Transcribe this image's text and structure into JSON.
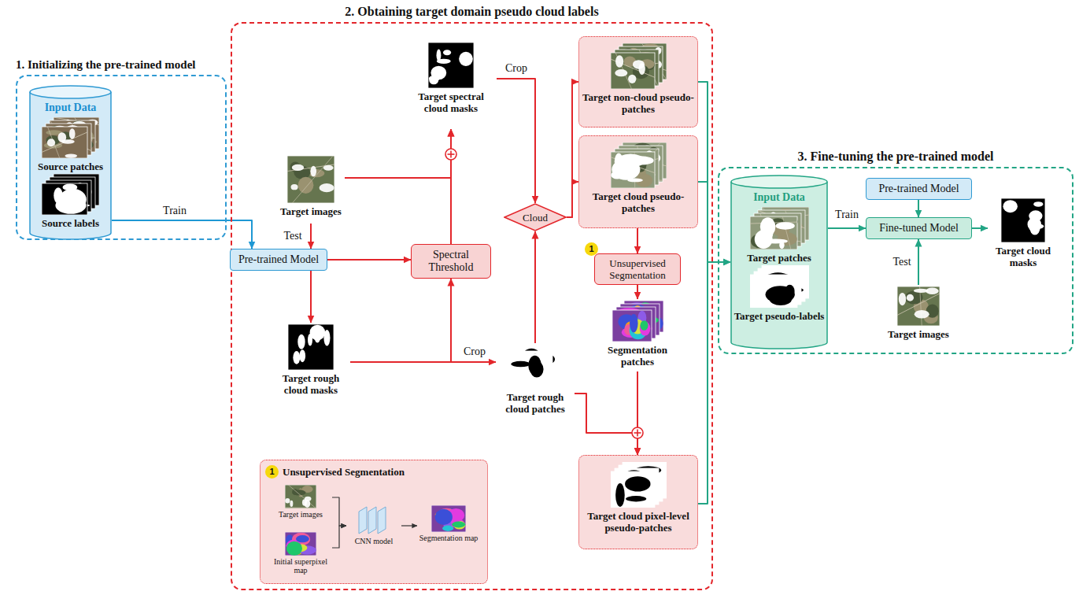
{
  "diagram": {
    "nodes": [
      {
        "text": [
          "1. Initializing the pre-trained model"
        ]
      },
      {
        "text": [
          "Input Data",
          "Source patches",
          "Source labels"
        ],
        "in": 0
      },
      {
        "text": [
          "Pre-trained Model"
        ]
      },
      {
        "text": [
          "2. Obtaining target domain pseudo cloud labels"
        ]
      },
      {
        "text": [
          "Target images"
        ],
        "in": 3
      },
      {
        "text": [
          "Target spectral cloud masks"
        ],
        "in": 3
      },
      {
        "text": [
          "Spectral Threshold"
        ],
        "in": 3
      },
      {
        "text": [
          "Target rough cloud masks"
        ],
        "in": 3
      },
      {
        "text": [
          "Cloud"
        ],
        "in": 3
      },
      {
        "text": [
          "Target non-cloud pseudo-patches"
        ],
        "in": 3
      },
      {
        "text": [
          "Target cloud pseudo-patches"
        ],
        "in": 3
      },
      {
        "text": [
          "1",
          "Unsupervised Segmentation"
        ],
        "in": 3
      },
      {
        "text": [
          "Segmentation patches"
        ],
        "in": 3
      },
      {
        "text": [
          "Target rough cloud patches"
        ],
        "in": 3
      },
      {
        "text": [
          "Target cloud pixel-level pseudo-patches"
        ],
        "in": 3
      },
      {
        "text": [
          "1",
          "Unsupervised Segmentation"
        ],
        "in": 3
      },
      {
        "text": [
          "Target images"
        ],
        "in": 15
      },
      {
        "text": [
          "Initial superpixel map"
        ],
        "in": 15
      },
      {
        "text": [
          "CNN model"
        ],
        "in": 15
      },
      {
        "text": [
          "Segmentation map"
        ],
        "in": 15
      },
      {
        "text": [
          "3. Fine-tuning the pre-trained model"
        ]
      },
      {
        "text": [
          "Input Data",
          "Target patches",
          "Target pseudo-labels"
        ],
        "in": 20
      },
      {
        "text": [
          "Pre-trained Model"
        ],
        "in": 20
      },
      {
        "text": [
          "Fine-tuned Model"
        ],
        "in": 20
      },
      {
        "text": [
          "Target images"
        ],
        "in": 20
      },
      {
        "text": [
          "Target cloud masks"
        ],
        "in": 20
      }
    ],
    "edges": [
      {
        "from": 1,
        "to": 2,
        "arrow": "to",
        "label": "Train"
      },
      {
        "from": 4,
        "to": 2,
        "arrow": "to",
        "label": "Test"
      },
      {
        "from": 2,
        "to": 7,
        "arrow": "to"
      },
      {
        "from": 2,
        "to": 6,
        "arrow": "to"
      },
      {
        "from": 7,
        "to": 6,
        "arrow": "to"
      },
      {
        "from": 7,
        "to": 13,
        "arrow": "to",
        "label": "Crop"
      },
      {
        "from": 4,
        "to": 5,
        "arrow": "to"
      },
      {
        "from": 6,
        "to": 5,
        "arrow": "to"
      },
      {
        "from": 5,
        "to": 8,
        "arrow": "to",
        "label": "Crop"
      },
      {
        "from": 13,
        "to": 8,
        "arrow": "to"
      },
      {
        "from": 8,
        "to": 9,
        "arrow": "to"
      },
      {
        "from": 8,
        "to": 10,
        "arrow": "to"
      },
      {
        "from": 10,
        "to": 11,
        "arrow": "to"
      },
      {
        "from": 11,
        "to": 12,
        "arrow": "to"
      },
      {
        "from": 12,
        "to": 14,
        "arrow": "to"
      },
      {
        "from": 13,
        "to": 14,
        "arrow": "to"
      },
      {
        "from": 9,
        "to": 21,
        "arrow": "to"
      },
      {
        "from": 10,
        "to": 21,
        "arrow": "to"
      },
      {
        "from": 14,
        "to": 21,
        "arrow": "to"
      },
      {
        "from": 16,
        "to": 18,
        "arrow": "to"
      },
      {
        "from": 17,
        "to": 18,
        "arrow": "to"
      },
      {
        "from": 18,
        "to": 19,
        "arrow": "to"
      },
      {
        "from": 21,
        "to": 23,
        "arrow": "to",
        "label": "Train"
      },
      {
        "from": 22,
        "to": 23,
        "arrow": "to"
      },
      {
        "from": 24,
        "to": 23,
        "arrow": "to",
        "label": "Test"
      },
      {
        "from": 23,
        "to": 25,
        "arrow": "to"
      }
    ]
  }
}
